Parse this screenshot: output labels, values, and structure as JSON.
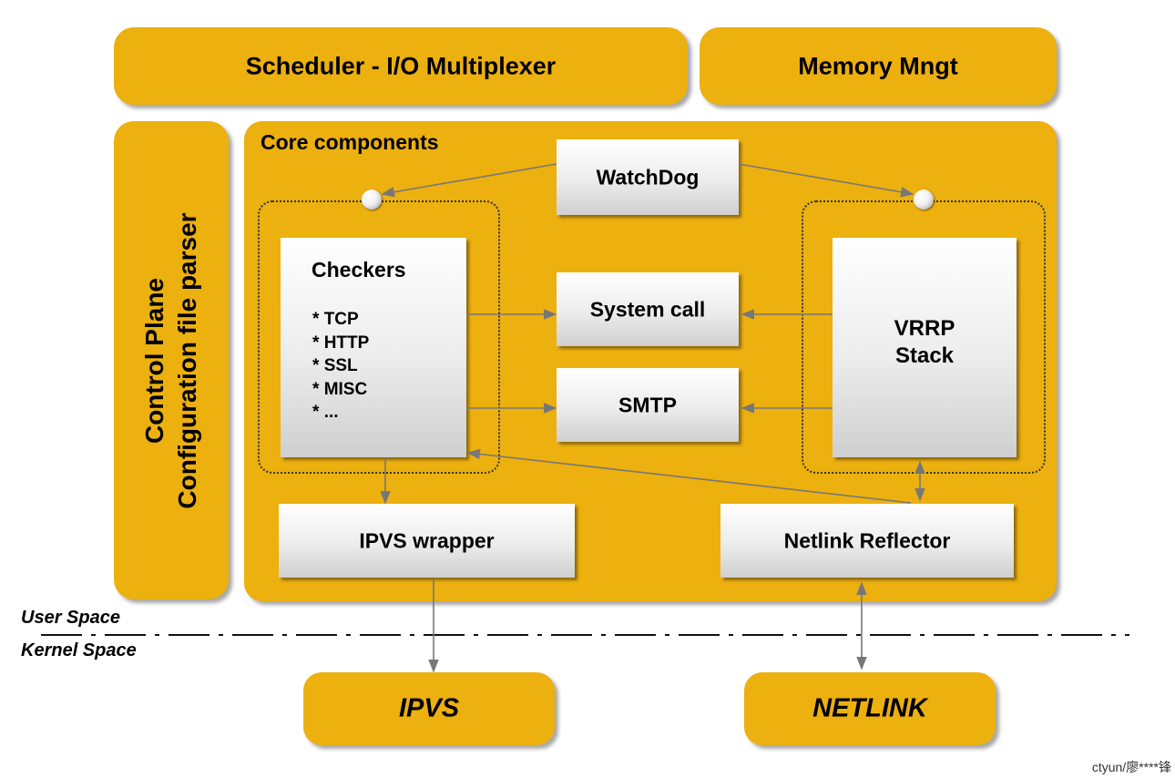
{
  "scheduler": {
    "label": "Scheduler - I/O Multiplexer"
  },
  "memory": {
    "label": "Memory Mngt"
  },
  "control_plane": {
    "line1": "Control Plane",
    "line2": "Configuration file parser"
  },
  "core": {
    "title": "Core components"
  },
  "watchdog": {
    "label": "WatchDog"
  },
  "checkers": {
    "title": "Checkers",
    "items": [
      "TCP",
      "HTTP",
      "SSL",
      "MISC",
      "..."
    ]
  },
  "system_call": {
    "label": "System call"
  },
  "smtp": {
    "label": "SMTP"
  },
  "vrrp": {
    "line1": "VRRP",
    "line2": "Stack"
  },
  "ipvs_wrapper": {
    "label": "IPVS wrapper"
  },
  "netlink_reflector": {
    "label": "Netlink Reflector"
  },
  "spaces": {
    "user": "User Space",
    "kernel": "Kernel Space"
  },
  "kernel": {
    "ipvs": "IPVS",
    "netlink": "NETLINK"
  },
  "watermark": "ctyun/廖****锋",
  "colors": {
    "gold": "#ecb00f",
    "arrow": "#777777"
  }
}
